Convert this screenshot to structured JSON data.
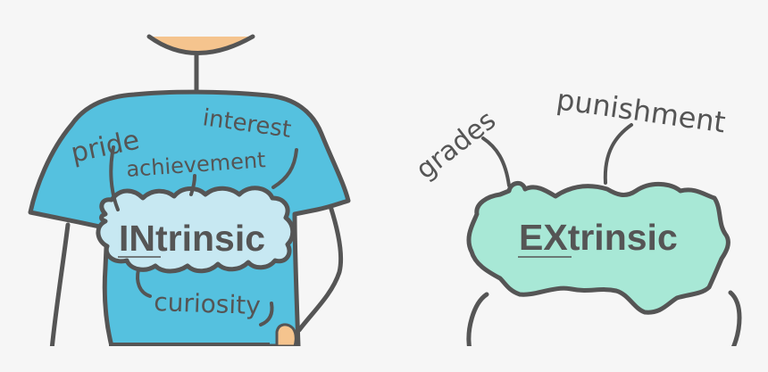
{
  "colors": {
    "background": "#f6f6f6",
    "outline": "#555555",
    "shirt": "#55c1df",
    "intrinsic_cloud": "#c7e8f2",
    "extrinsic_cloud": "#a8e8d6",
    "skin": "#f5c48e",
    "pants": "#e05a4a"
  },
  "intrinsic": {
    "title_prefix": "IN",
    "title_suffix": "trinsic",
    "words": [
      "pride",
      "interest",
      "achievement",
      "curiosity"
    ]
  },
  "extrinsic": {
    "title_prefix": "EX",
    "title_suffix": "trinsic",
    "words": [
      "grades",
      "punishment"
    ]
  }
}
